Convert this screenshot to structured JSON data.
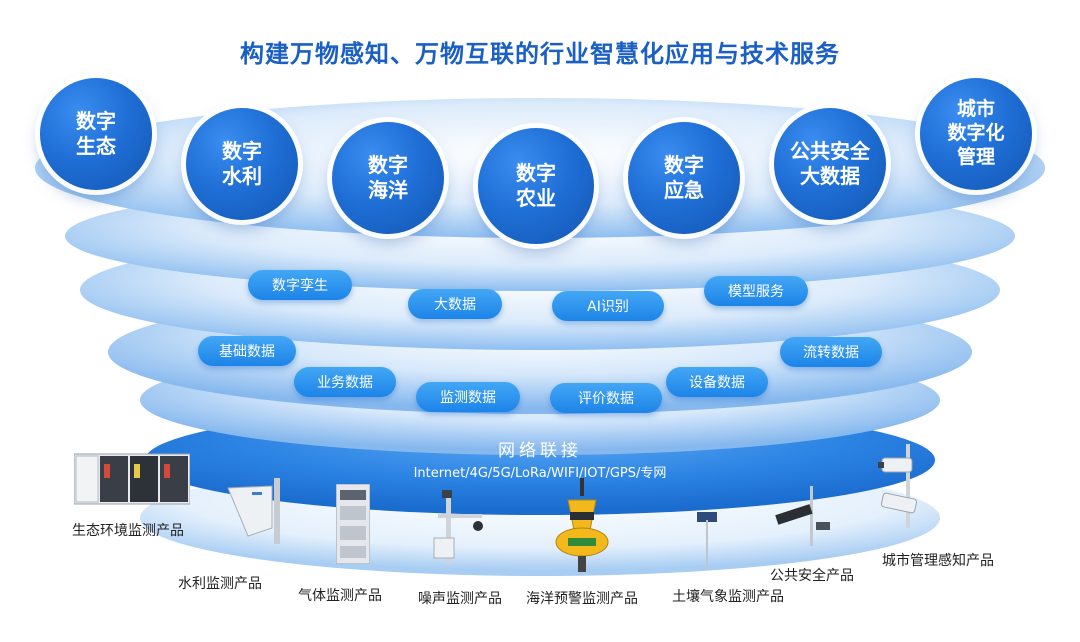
{
  "title": "构建万物感知、万物互联的行业智慧化应用与技术服务",
  "colors": {
    "title": "#1a5fc4",
    "accent": "#1f6fd6",
    "pill": "#2a8ff0"
  },
  "applications": [
    "数字\n生态",
    "数字\n水利",
    "数字\n海洋",
    "数字\n农业",
    "数字\n应急",
    "公共安全\n大数据",
    "城市\n数字化\n管理"
  ],
  "services": [
    "数字孪生",
    "大数据",
    "AI识别",
    "模型服务"
  ],
  "data_types": [
    "基础数据",
    "流转数据",
    "业务数据",
    "监测数据",
    "评价数据",
    "设备数据"
  ],
  "network": {
    "title": "网络联接",
    "protocols": "Internet/4G/5G/LoRa/WIFI/IOT/GPS/专网"
  },
  "products": [
    "生态环境监测产品",
    "水利监测产品",
    "气体监测产品",
    "噪声监测产品",
    "海洋预警监测产品",
    "土壤气象监测产品",
    "公共安全产品",
    "城市管理感知产品"
  ]
}
